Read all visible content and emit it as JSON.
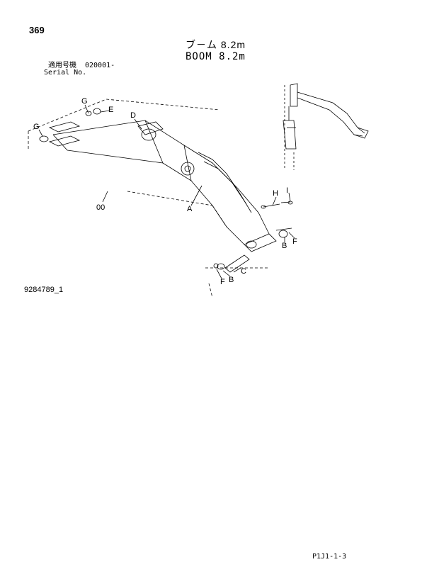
{
  "page_number": "369",
  "title_ja": "ブ－ム 8.2m",
  "title_en": "BOOM 8.2m",
  "serial_label_ja": "適用号機",
  "serial_value": "020001-",
  "serial_label_en": "Serial No.",
  "figure_id": "9284789_1",
  "page_ref": "P1J1-1-3",
  "callouts": {
    "g_top": "G",
    "g_left": "G",
    "e": "E",
    "d": "D",
    "a": "A",
    "oo": "00",
    "h": "H",
    "i": "I",
    "b_right": "B",
    "f_right": "F",
    "c": "C",
    "b_bottom": "B",
    "f_bottom": "F"
  }
}
